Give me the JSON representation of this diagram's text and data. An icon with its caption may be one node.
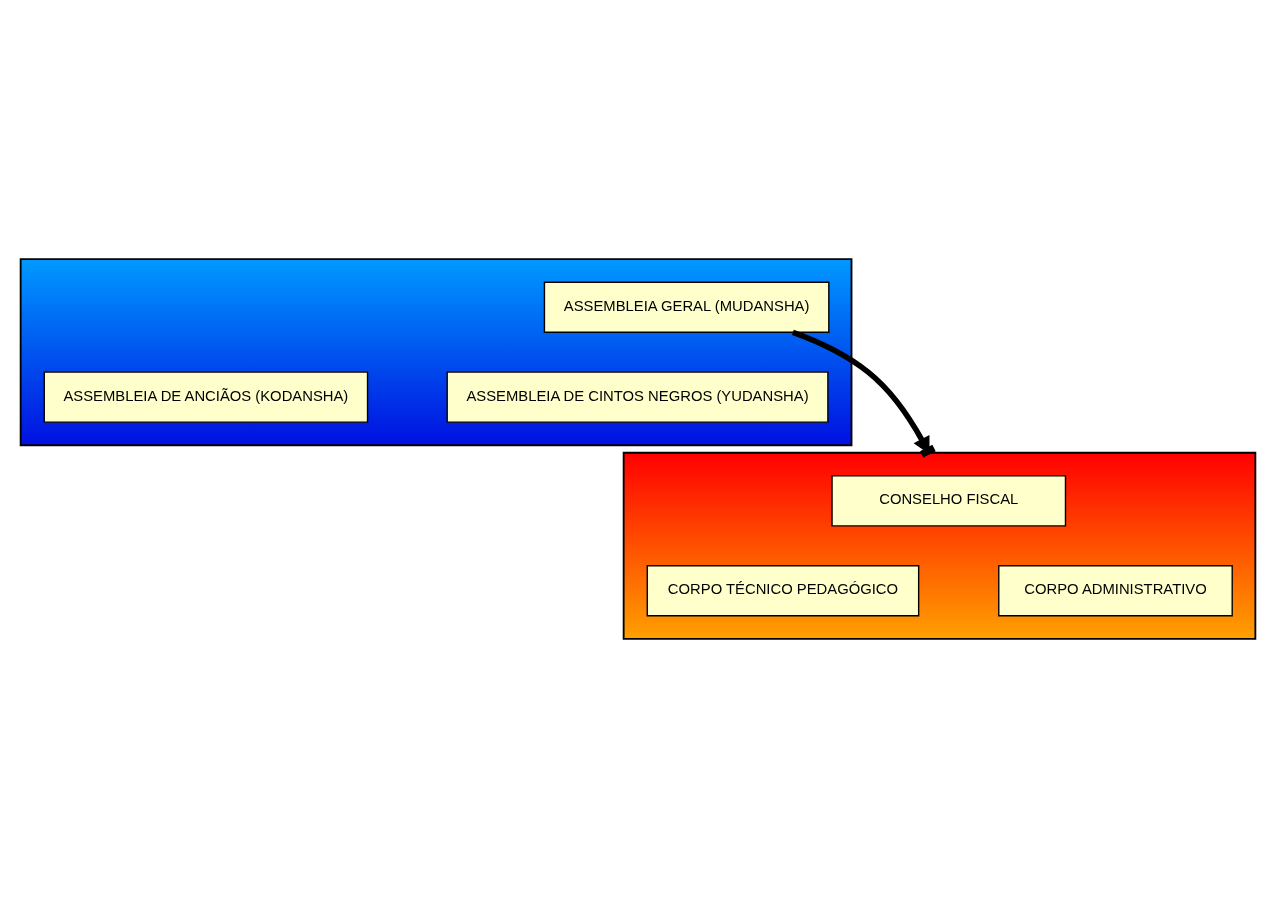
{
  "diagram": {
    "nodes": [
      {
        "text": [],
        "shape": "box"
      },
      {
        "text": [
          "ASSEMBLEIA GERAL (MUDANSHA)"
        ],
        "in": 0
      },
      {
        "text": [
          "ASSEMBLEIA DE ANCIÃOS (KODANSHA)"
        ],
        "in": 0
      },
      {
        "text": [
          "ASSEMBLEIA DE CINTOS NEGROS (YUDANSHA)"
        ],
        "in": 0
      },
      {
        "text": [],
        "shape": "box"
      },
      {
        "text": [
          "CONSELHO FISCAL"
        ],
        "in": 4
      },
      {
        "text": [
          "CORPO TÉCNICO PEDAGÓGICO"
        ],
        "in": 4
      },
      {
        "text": [
          "CORPO ADMINISTRATIVO"
        ],
        "in": 4
      }
    ],
    "edges": [
      {
        "from": 1,
        "to": 4,
        "arrow": "to"
      }
    ]
  }
}
